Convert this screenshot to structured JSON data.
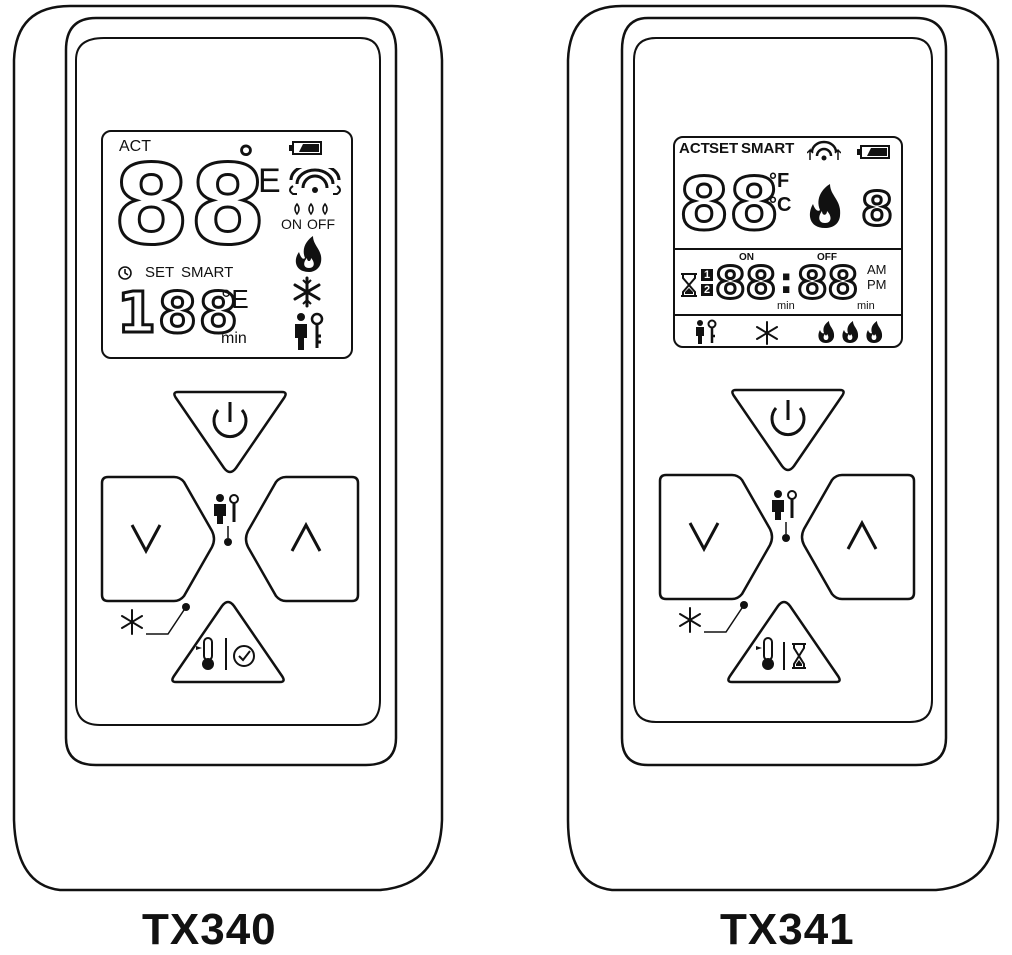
{
  "remotes": [
    {
      "model": "TX340",
      "lcd": {
        "act": "ACT",
        "temp_digits": "88",
        "degree": "°",
        "unit": "E",
        "on": "ON",
        "off": "OFF",
        "set": "SET",
        "smart": "SMART",
        "timer_digits": "188",
        "timer_unit": "°E",
        "min": "min"
      }
    },
    {
      "model": "TX341",
      "lcd": {
        "act": "ACT",
        "set": "SET",
        "smart": "SMART",
        "temp_digits": "88",
        "unit_f": "°F",
        "unit_c": "°C",
        "level_digit": "8",
        "timer_on_label": "ON",
        "timer_off_label": "OFF",
        "timer_on_digits": "88",
        "timer_colon": ":",
        "timer_off_digits": "88",
        "am": "AM",
        "pm": "PM",
        "min1": "min",
        "min2": "min",
        "prog1": "1",
        "prog2": "2"
      }
    }
  ]
}
